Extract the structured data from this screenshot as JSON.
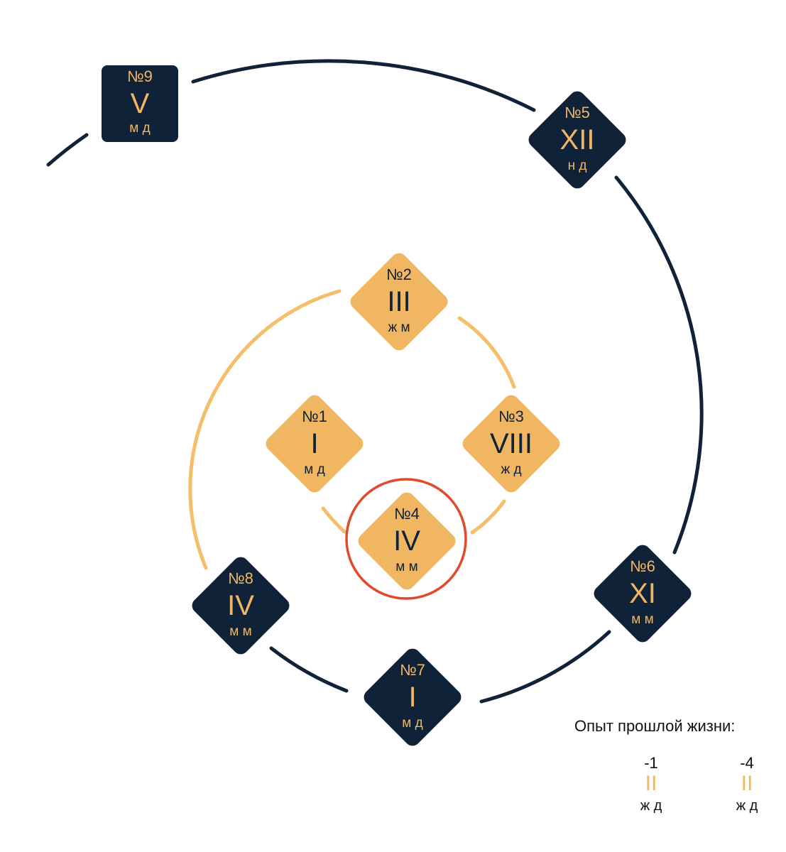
{
  "colors": {
    "dark": "#0f2237",
    "gold": "#f0b662",
    "gold_line": "#f5be6b",
    "highlight": "#e24a2e",
    "dark_text": "#f0b662",
    "gold_text": "#0f2237"
  },
  "nodes": [
    {
      "id": "node-1",
      "number": "№1",
      "roman": "I",
      "code": "м д",
      "theme": "gold",
      "shape": "diamond"
    },
    {
      "id": "node-2",
      "number": "№2",
      "roman": "III",
      "code": "ж м",
      "theme": "gold",
      "shape": "diamond"
    },
    {
      "id": "node-3",
      "number": "№3",
      "roman": "VIII",
      "code": "ж д",
      "theme": "gold",
      "shape": "diamond"
    },
    {
      "id": "node-4",
      "number": "№4",
      "roman": "IV",
      "code": "м м",
      "theme": "gold",
      "shape": "diamond",
      "highlighted": true
    },
    {
      "id": "node-5",
      "number": "№5",
      "roman": "XII",
      "code": "н д",
      "theme": "dark",
      "shape": "diamond"
    },
    {
      "id": "node-6",
      "number": "№6",
      "roman": "XI",
      "code": "м м",
      "theme": "dark",
      "shape": "diamond"
    },
    {
      "id": "node-7",
      "number": "№7",
      "roman": "I",
      "code": "м д",
      "theme": "dark",
      "shape": "diamond"
    },
    {
      "id": "node-8",
      "number": "№8",
      "roman": "IV",
      "code": "м м",
      "theme": "dark",
      "shape": "diamond"
    },
    {
      "id": "node-9",
      "number": "№9",
      "roman": "V",
      "code": "м д",
      "theme": "dark",
      "shape": "square"
    }
  ],
  "legend": {
    "title": "Опыт прошлой жизни:",
    "items": [
      {
        "value": "-1",
        "roman": "II",
        "code": "ж д"
      },
      {
        "value": "-4",
        "roman": "II",
        "code": "ж д"
      }
    ]
  }
}
